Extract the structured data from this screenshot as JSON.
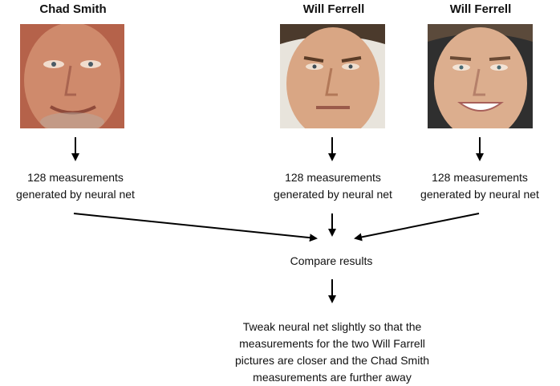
{
  "people": [
    {
      "name": "Chad Smith",
      "measurements_line1": "128 measurements",
      "measurements_line2": "generated by neural net",
      "photo_icon": "face-photo-chad-smith"
    },
    {
      "name": "Will Ferrell",
      "measurements_line1": "128 measurements",
      "measurements_line2": "generated by neural net",
      "photo_icon": "face-photo-will-ferrell-serious"
    },
    {
      "name": "Will Ferrell",
      "measurements_line1": "128 measurements",
      "measurements_line2": "generated by neural net",
      "photo_icon": "face-photo-will-ferrell-smiling"
    }
  ],
  "compare": {
    "label": "Compare results"
  },
  "tweak": {
    "line1": "Tweak neural net slightly so that the",
    "line2": "measurements for the two Will Farrell",
    "line3": "pictures are closer and the Chad Smith",
    "line4": "measurements are further away"
  },
  "colors": {
    "arrow": "#000000",
    "text": "#111111"
  }
}
